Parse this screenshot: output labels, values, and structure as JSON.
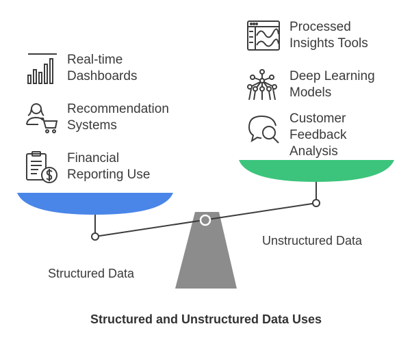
{
  "title": "Structured and Unstructured Data Uses",
  "left_pan": {
    "label": "Structured Data",
    "color": "#4a86e8",
    "items": [
      {
        "label": "Real-time\nDashboards",
        "icon": "bar-chart-icon"
      },
      {
        "label": "Recommendation\nSystems",
        "icon": "shopper-cart-icon"
      },
      {
        "label": "Financial\nReporting Use",
        "icon": "financial-report-icon"
      }
    ]
  },
  "right_pan": {
    "label": "Unstructured Data",
    "color": "#3cc47c",
    "items": [
      {
        "label": "Processed\nInsights Tools",
        "icon": "waveform-window-icon"
      },
      {
        "label": "Deep Learning\nModels",
        "icon": "neural-network-icon"
      },
      {
        "label": "Customer\nFeedback\nAnalysis",
        "icon": "speech-bubble-search-icon"
      }
    ]
  },
  "fulcrum_color": "#8c8c8c",
  "stroke_color": "#3c3c3c"
}
